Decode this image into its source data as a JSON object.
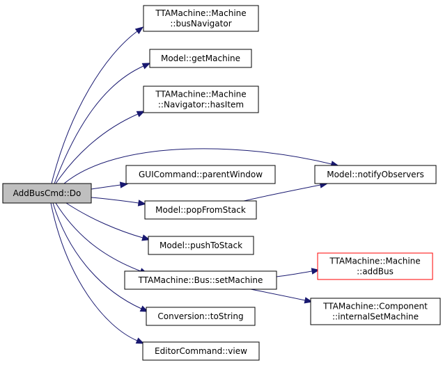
{
  "diagram": {
    "nodes": [
      {
        "id": "do",
        "lines": [
          "AddBusCmd::Do"
        ],
        "style": "root"
      },
      {
        "id": "busNavigator",
        "lines": [
          "TTAMachine::Machine",
          "::busNavigator"
        ],
        "style": "normal"
      },
      {
        "id": "getMachine",
        "lines": [
          "Model::getMachine"
        ],
        "style": "normal"
      },
      {
        "id": "hasItem",
        "lines": [
          "TTAMachine::Machine",
          "::Navigator::hasItem"
        ],
        "style": "normal"
      },
      {
        "id": "parentWindow",
        "lines": [
          "GUICommand::parentWindow"
        ],
        "style": "normal"
      },
      {
        "id": "notifyObservers",
        "lines": [
          "Model::notifyObservers"
        ],
        "style": "normal"
      },
      {
        "id": "popFromStack",
        "lines": [
          "Model::popFromStack"
        ],
        "style": "normal"
      },
      {
        "id": "pushToStack",
        "lines": [
          "Model::pushToStack"
        ],
        "style": "normal"
      },
      {
        "id": "setMachine",
        "lines": [
          "TTAMachine::Bus::setMachine"
        ],
        "style": "normal"
      },
      {
        "id": "addBus",
        "lines": [
          "TTAMachine::Machine",
          "::addBus"
        ],
        "style": "missing"
      },
      {
        "id": "internalSetMachine",
        "lines": [
          "TTAMachine::Component",
          "::internalSetMachine"
        ],
        "style": "normal"
      },
      {
        "id": "toString",
        "lines": [
          "Conversion::toString"
        ],
        "style": "normal"
      },
      {
        "id": "view",
        "lines": [
          "EditorCommand::view"
        ],
        "style": "normal"
      }
    ],
    "edges": [
      {
        "from": "do",
        "to": "busNavigator"
      },
      {
        "from": "do",
        "to": "getMachine"
      },
      {
        "from": "do",
        "to": "hasItem"
      },
      {
        "from": "do",
        "to": "notifyObservers"
      },
      {
        "from": "do",
        "to": "parentWindow"
      },
      {
        "from": "do",
        "to": "popFromStack"
      },
      {
        "from": "do",
        "to": "pushToStack"
      },
      {
        "from": "do",
        "to": "setMachine"
      },
      {
        "from": "do",
        "to": "toString"
      },
      {
        "from": "do",
        "to": "view"
      },
      {
        "from": "popFromStack",
        "to": "notifyObservers"
      },
      {
        "from": "setMachine",
        "to": "addBus"
      },
      {
        "from": "setMachine",
        "to": "internalSetMachine"
      }
    ],
    "colors": {
      "edge": "#191970",
      "root_fill": "#bfbfbf",
      "node_fill": "#ffffff",
      "node_border": "#000000",
      "missing_border": "#ff0000"
    }
  }
}
